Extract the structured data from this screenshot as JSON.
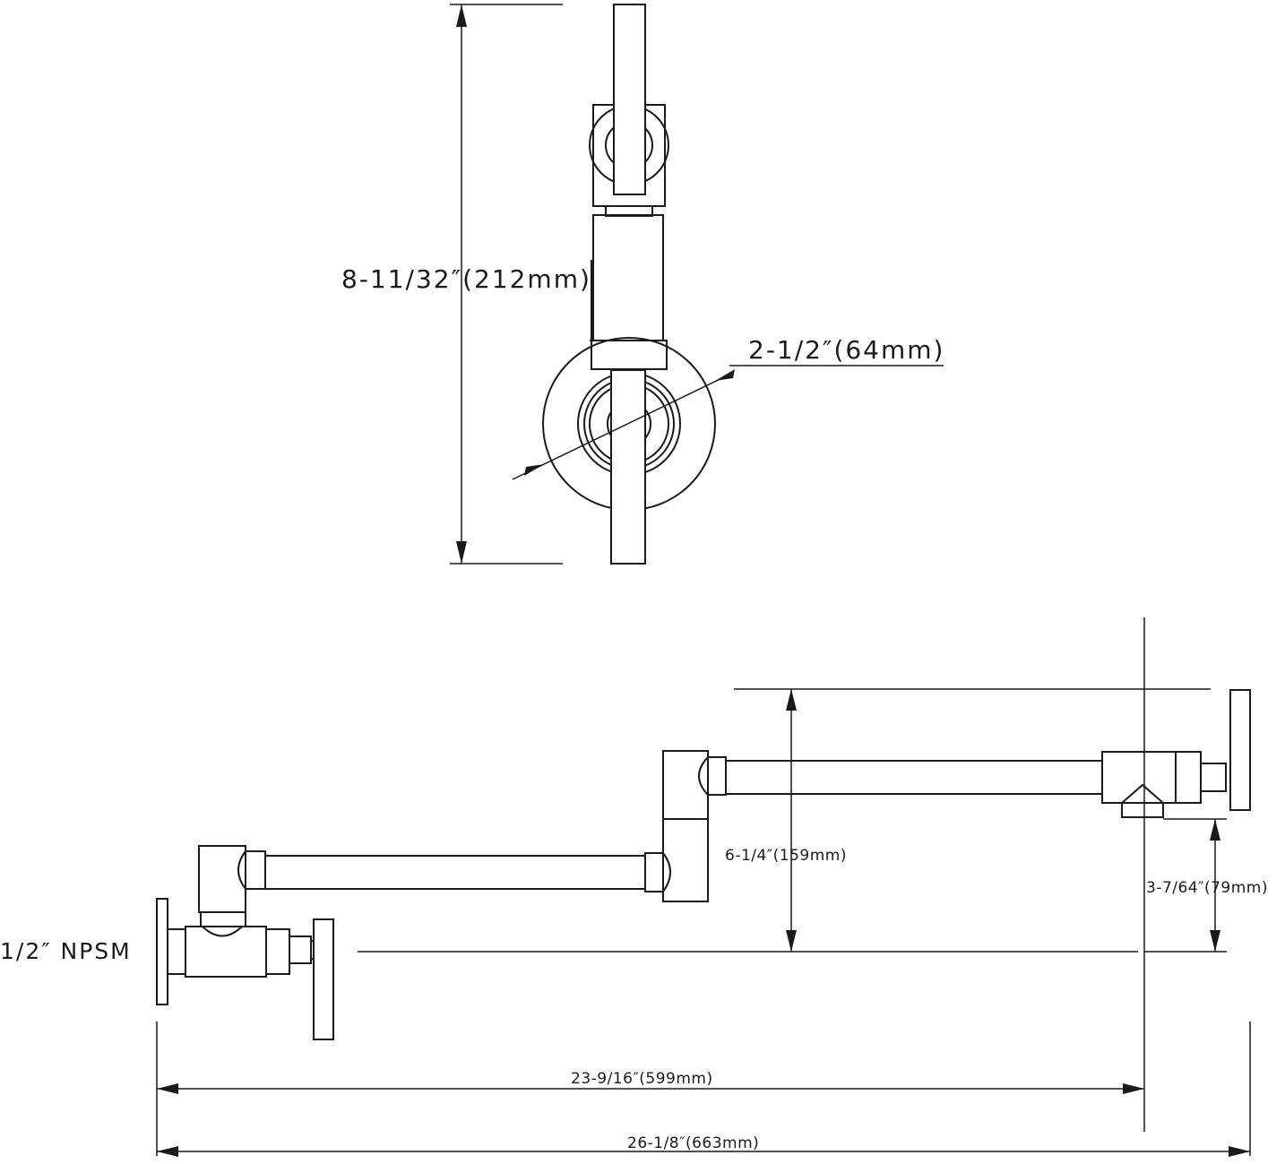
{
  "dimensions": {
    "top_height": "8-11/32″(212mm)",
    "base_diameter": "2-1/2″(64mm)",
    "arm_height": "6-1/4″(159mm)",
    "spout_drop": "3-7/64″(79mm)",
    "connection": "1/2″ NPSM",
    "reach": "23-9/16″(599mm)",
    "overall_length": "26-1/8″(663mm)"
  },
  "colors": {
    "line": "#1a1a1a",
    "background": "#ffffff"
  }
}
